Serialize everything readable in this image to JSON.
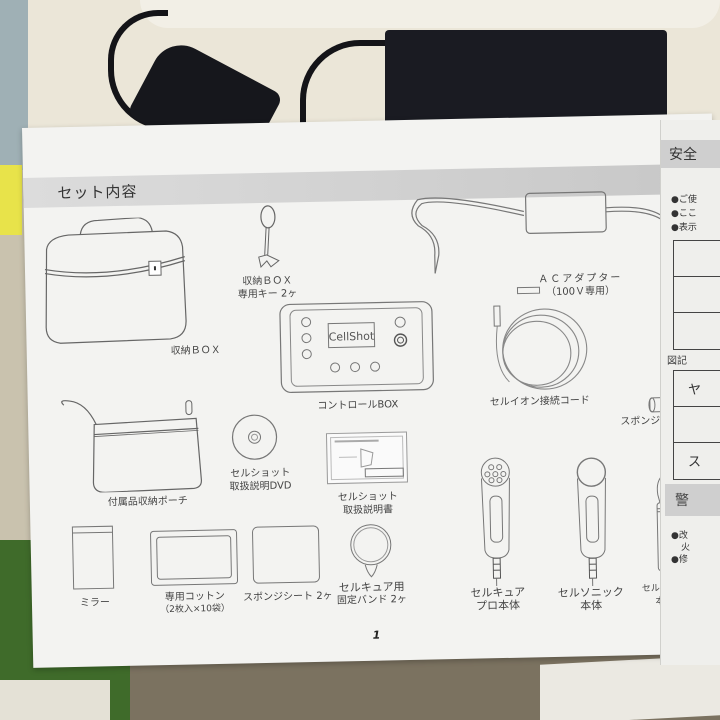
{
  "section": {
    "title": "セット内容"
  },
  "items": {
    "storage_box": {
      "label": "収納ＢＯＸ"
    },
    "box_key": {
      "line1": "収納ＢＯＸ",
      "line2": "専用キー 2ヶ"
    },
    "ac_adapter": {
      "line1": "ＡＣアダプター",
      "line2": "（100Ｖ専用）"
    },
    "control_box": {
      "label": "コントロールBOX",
      "screen_text": "CellShot"
    },
    "cellion_cord": {
      "label": "セルイオン接続コード"
    },
    "sponge_roller": {
      "label": "スポンジローラー"
    },
    "accessory_pouch": {
      "label": "付属品収納ポーチ"
    },
    "dvd": {
      "line1": "セルショット",
      "line2": "取扱説明DVD"
    },
    "manual": {
      "line1": "セルショット",
      "line2": "取扱説明書"
    },
    "mirror": {
      "label": "ミラー"
    },
    "cotton": {
      "line1": "専用コットン",
      "line2": "（2枚入×10袋）"
    },
    "sponge_sheet": {
      "label": "スポンジシート 2ヶ"
    },
    "cellcure_band": {
      "line1": "セルキュア用",
      "line2": "固定バンド 2ヶ"
    },
    "cellcure_pro": {
      "line1": "セルキュア",
      "line2": "プロ本体"
    },
    "cellsonic": {
      "line1": "セルソニック",
      "line2": "本体"
    },
    "cellion": {
      "line1": "セルイオン",
      "line2": "本体"
    }
  },
  "page_number": "1",
  "right_page": {
    "title": "安全",
    "bullets": [
      "●ご使",
      "●ここ",
      "●表示"
    ],
    "label": "図記",
    "table_cells": [
      "",
      "",
      ""
    ],
    "table2_cells": [
      "ヤ",
      "",
      "ス"
    ],
    "warning_title": "警",
    "warning_bullets": [
      "●改",
      "火",
      "●修"
    ]
  }
}
